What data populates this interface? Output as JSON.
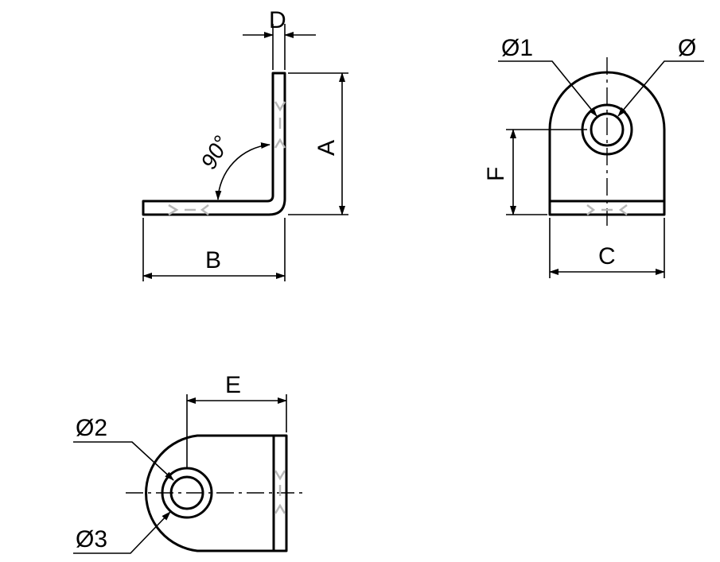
{
  "labels": {
    "a": "A",
    "b": "B",
    "c": "C",
    "d": "D",
    "e": "E",
    "f": "F",
    "angle": "90°",
    "dia": "Ø",
    "dia1": "Ø1",
    "dia2": "Ø2",
    "dia3": "Ø3"
  }
}
